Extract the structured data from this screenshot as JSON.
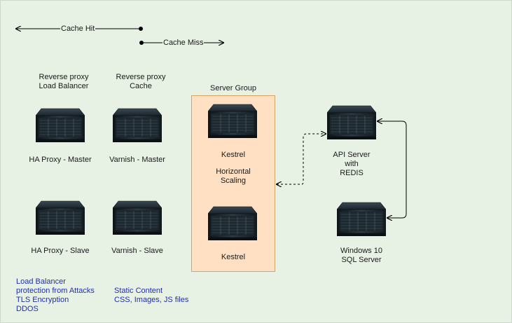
{
  "legend": {
    "cache_hit": "Cache Hit",
    "cache_miss": "Cache Miss"
  },
  "columns": {
    "proxy_header": "Reverse proxy\nLoad Balancer",
    "cache_header": "Reverse proxy\nCache",
    "server_group_title": "Server Group"
  },
  "servers": {
    "ha_master": "HA Proxy - Master",
    "varnish_master": "Varnish - Master",
    "ha_slave": "HA Proxy - Slave",
    "varnish_slave": "Varnish - Slave",
    "kestrel_1": "Kestrel",
    "kestrel_2": "Kestrel",
    "horizontal_scaling": "Horizontal\nScaling",
    "api_server": "API Server\nwith\nREDIS",
    "sql_server": "Windows 10\nSQL Server"
  },
  "notes": {
    "load_balancer": "Load Balancer\nprotection from Attacks\nTLS Encryption\nDDOS",
    "static_content": "Static Content\nCSS, Images, JS files"
  },
  "colors": {
    "background": "#e7f1e4",
    "server_group_fill": "#ffe0c2",
    "server_group_border": "#d6a360",
    "note_text": "#1f2fb5"
  },
  "icons": {
    "server": "rack-server-icon"
  }
}
